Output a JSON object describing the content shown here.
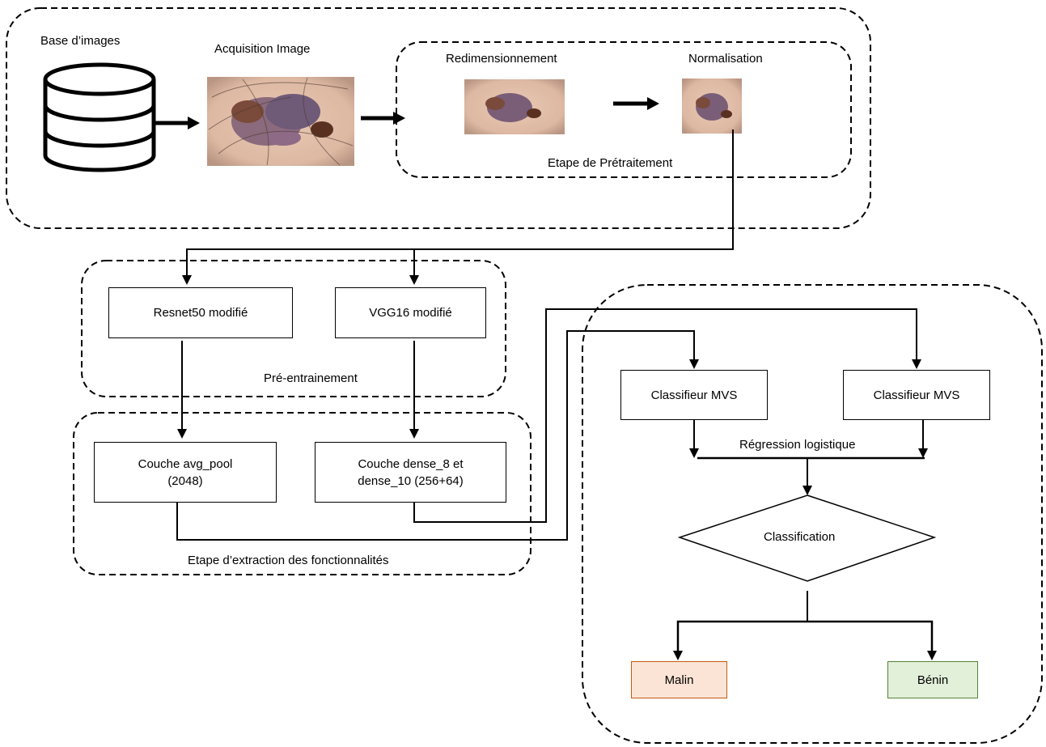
{
  "pipeline": {
    "database_label": "Base d’images",
    "acquisition_label": "Acquisition Image",
    "resize_label": "Redimensionnement",
    "normalize_label": "Normalisation",
    "preprocessing_group_label": "Etape de Prétraitement"
  },
  "pretraining": {
    "resnet_label": "Resnet50 modifié",
    "vgg_label": "VGG16 modifié",
    "group_label": "Pré-entrainement"
  },
  "extraction": {
    "avgpool_line1": "Couche avg_pool",
    "avgpool_line2": "(2048)",
    "dense_line1": "Couche dense_8 et",
    "dense_line2": "dense_10 (256+64)",
    "group_label": "Etape d’extraction des fonctionnalités"
  },
  "classification": {
    "svm1_label": "Classifieur MVS",
    "svm2_label": "Classifieur MVS",
    "logreg_label": "Régression logistique",
    "decision_label": "Classification",
    "malignant_label": "Malin",
    "benign_label": "Bénin",
    "malignant_color": "#fbe4d5",
    "malignant_border": "#c55a11",
    "benign_color": "#e2efd9",
    "benign_border": "#548235"
  }
}
